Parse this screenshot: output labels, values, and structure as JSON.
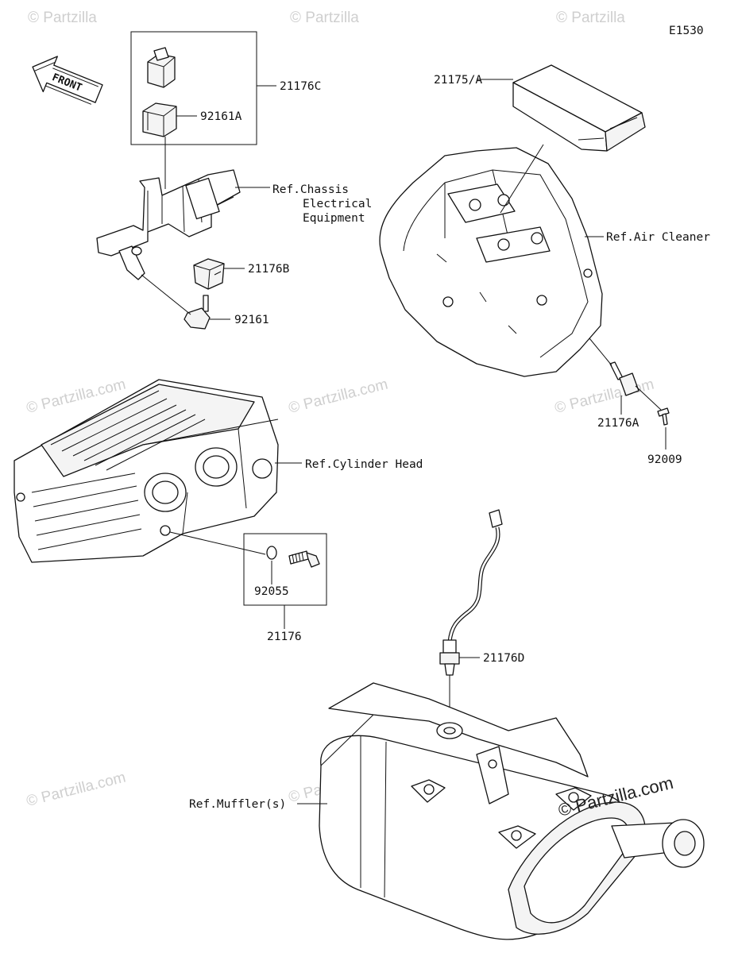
{
  "diagram_code": "E1530",
  "front_label": "FRONT",
  "watermark": "© Partzilla",
  "watermark_main": "© Partzilla.com",
  "watermark_faint": "© Partzilla.com",
  "part_labels": {
    "p21176C": "21176C",
    "p92161A": "92161A",
    "p21176B": "21176B",
    "p92161": "92161",
    "p21175A": "21175/A",
    "p21176A": "21176A",
    "p92009": "92009",
    "p92055": "92055",
    "p21176": "21176",
    "p21176D": "21176D"
  },
  "ref_labels": {
    "chassis_1": "Ref.Chassis",
    "chassis_2": "Electrical",
    "chassis_3": "Equipment",
    "air_cleaner": "Ref.Air Cleaner",
    "cylinder_head": "Ref.Cylinder Head",
    "muffler": "Ref.Muffler(s)"
  }
}
